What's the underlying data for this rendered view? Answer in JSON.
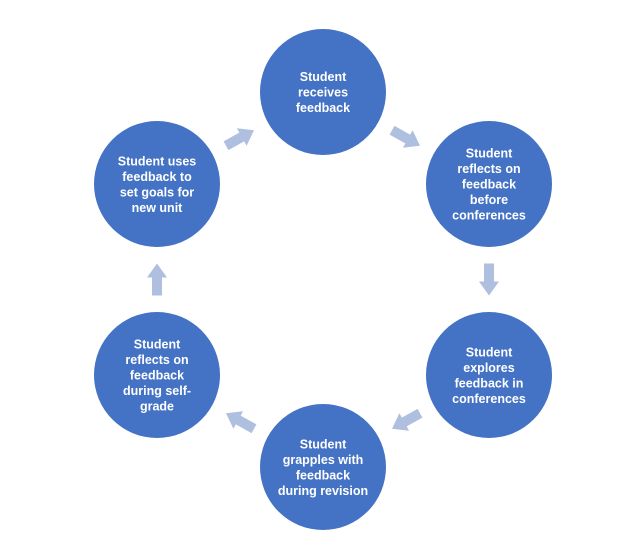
{
  "diagram": {
    "type": "cycle",
    "colors": {
      "node_fill": "#4472c4",
      "node_text": "#ffffff",
      "arrow_fill": "#aebfe0",
      "background": "#ffffff"
    },
    "nodes": [
      {
        "id": "receives",
        "lines": [
          "Student",
          "receives",
          "feedback"
        ]
      },
      {
        "id": "reflects-before-conferences",
        "lines": [
          "Student",
          "reflects on",
          "feedback",
          "before",
          "conferences"
        ]
      },
      {
        "id": "explores-in-conferences",
        "lines": [
          "Student",
          "explores",
          "feedback in",
          "conferences"
        ]
      },
      {
        "id": "grapples-during-revision",
        "lines": [
          "Student",
          "grapples with",
          "feedback",
          "during revision"
        ]
      },
      {
        "id": "reflects-during-self-grade",
        "lines": [
          "Student",
          "reflects on",
          "feedback",
          "during self-",
          "grade"
        ]
      },
      {
        "id": "uses-to-set-goals",
        "lines": [
          "Student uses",
          "feedback to",
          "set goals for",
          "new unit"
        ]
      }
    ],
    "arrows": [
      {
        "from": "receives",
        "to": "reflects-before-conferences"
      },
      {
        "from": "reflects-before-conferences",
        "to": "explores-in-conferences"
      },
      {
        "from": "explores-in-conferences",
        "to": "grapples-during-revision"
      },
      {
        "from": "grapples-during-revision",
        "to": "reflects-during-self-grade"
      },
      {
        "from": "reflects-during-self-grade",
        "to": "uses-to-set-goals"
      },
      {
        "from": "uses-to-set-goals",
        "to": "receives"
      }
    ]
  }
}
